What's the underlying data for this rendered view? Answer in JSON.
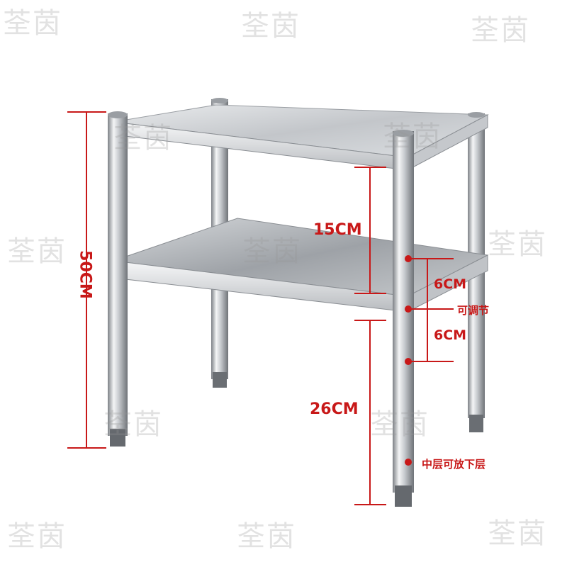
{
  "watermark": "荃茵",
  "dimensions": {
    "total_height": "50CM",
    "upper_gap": "15CM",
    "lower_gap": "26CM",
    "adjust_up": "6CM",
    "adjust_down": "6CM"
  },
  "notes": {
    "adjustable": "可调节",
    "middle_can_lower": "中层可放下层"
  },
  "colors": {
    "dimension": "#c81818",
    "steel_light": "#eef0f2",
    "steel_dark": "#8a8e93"
  }
}
